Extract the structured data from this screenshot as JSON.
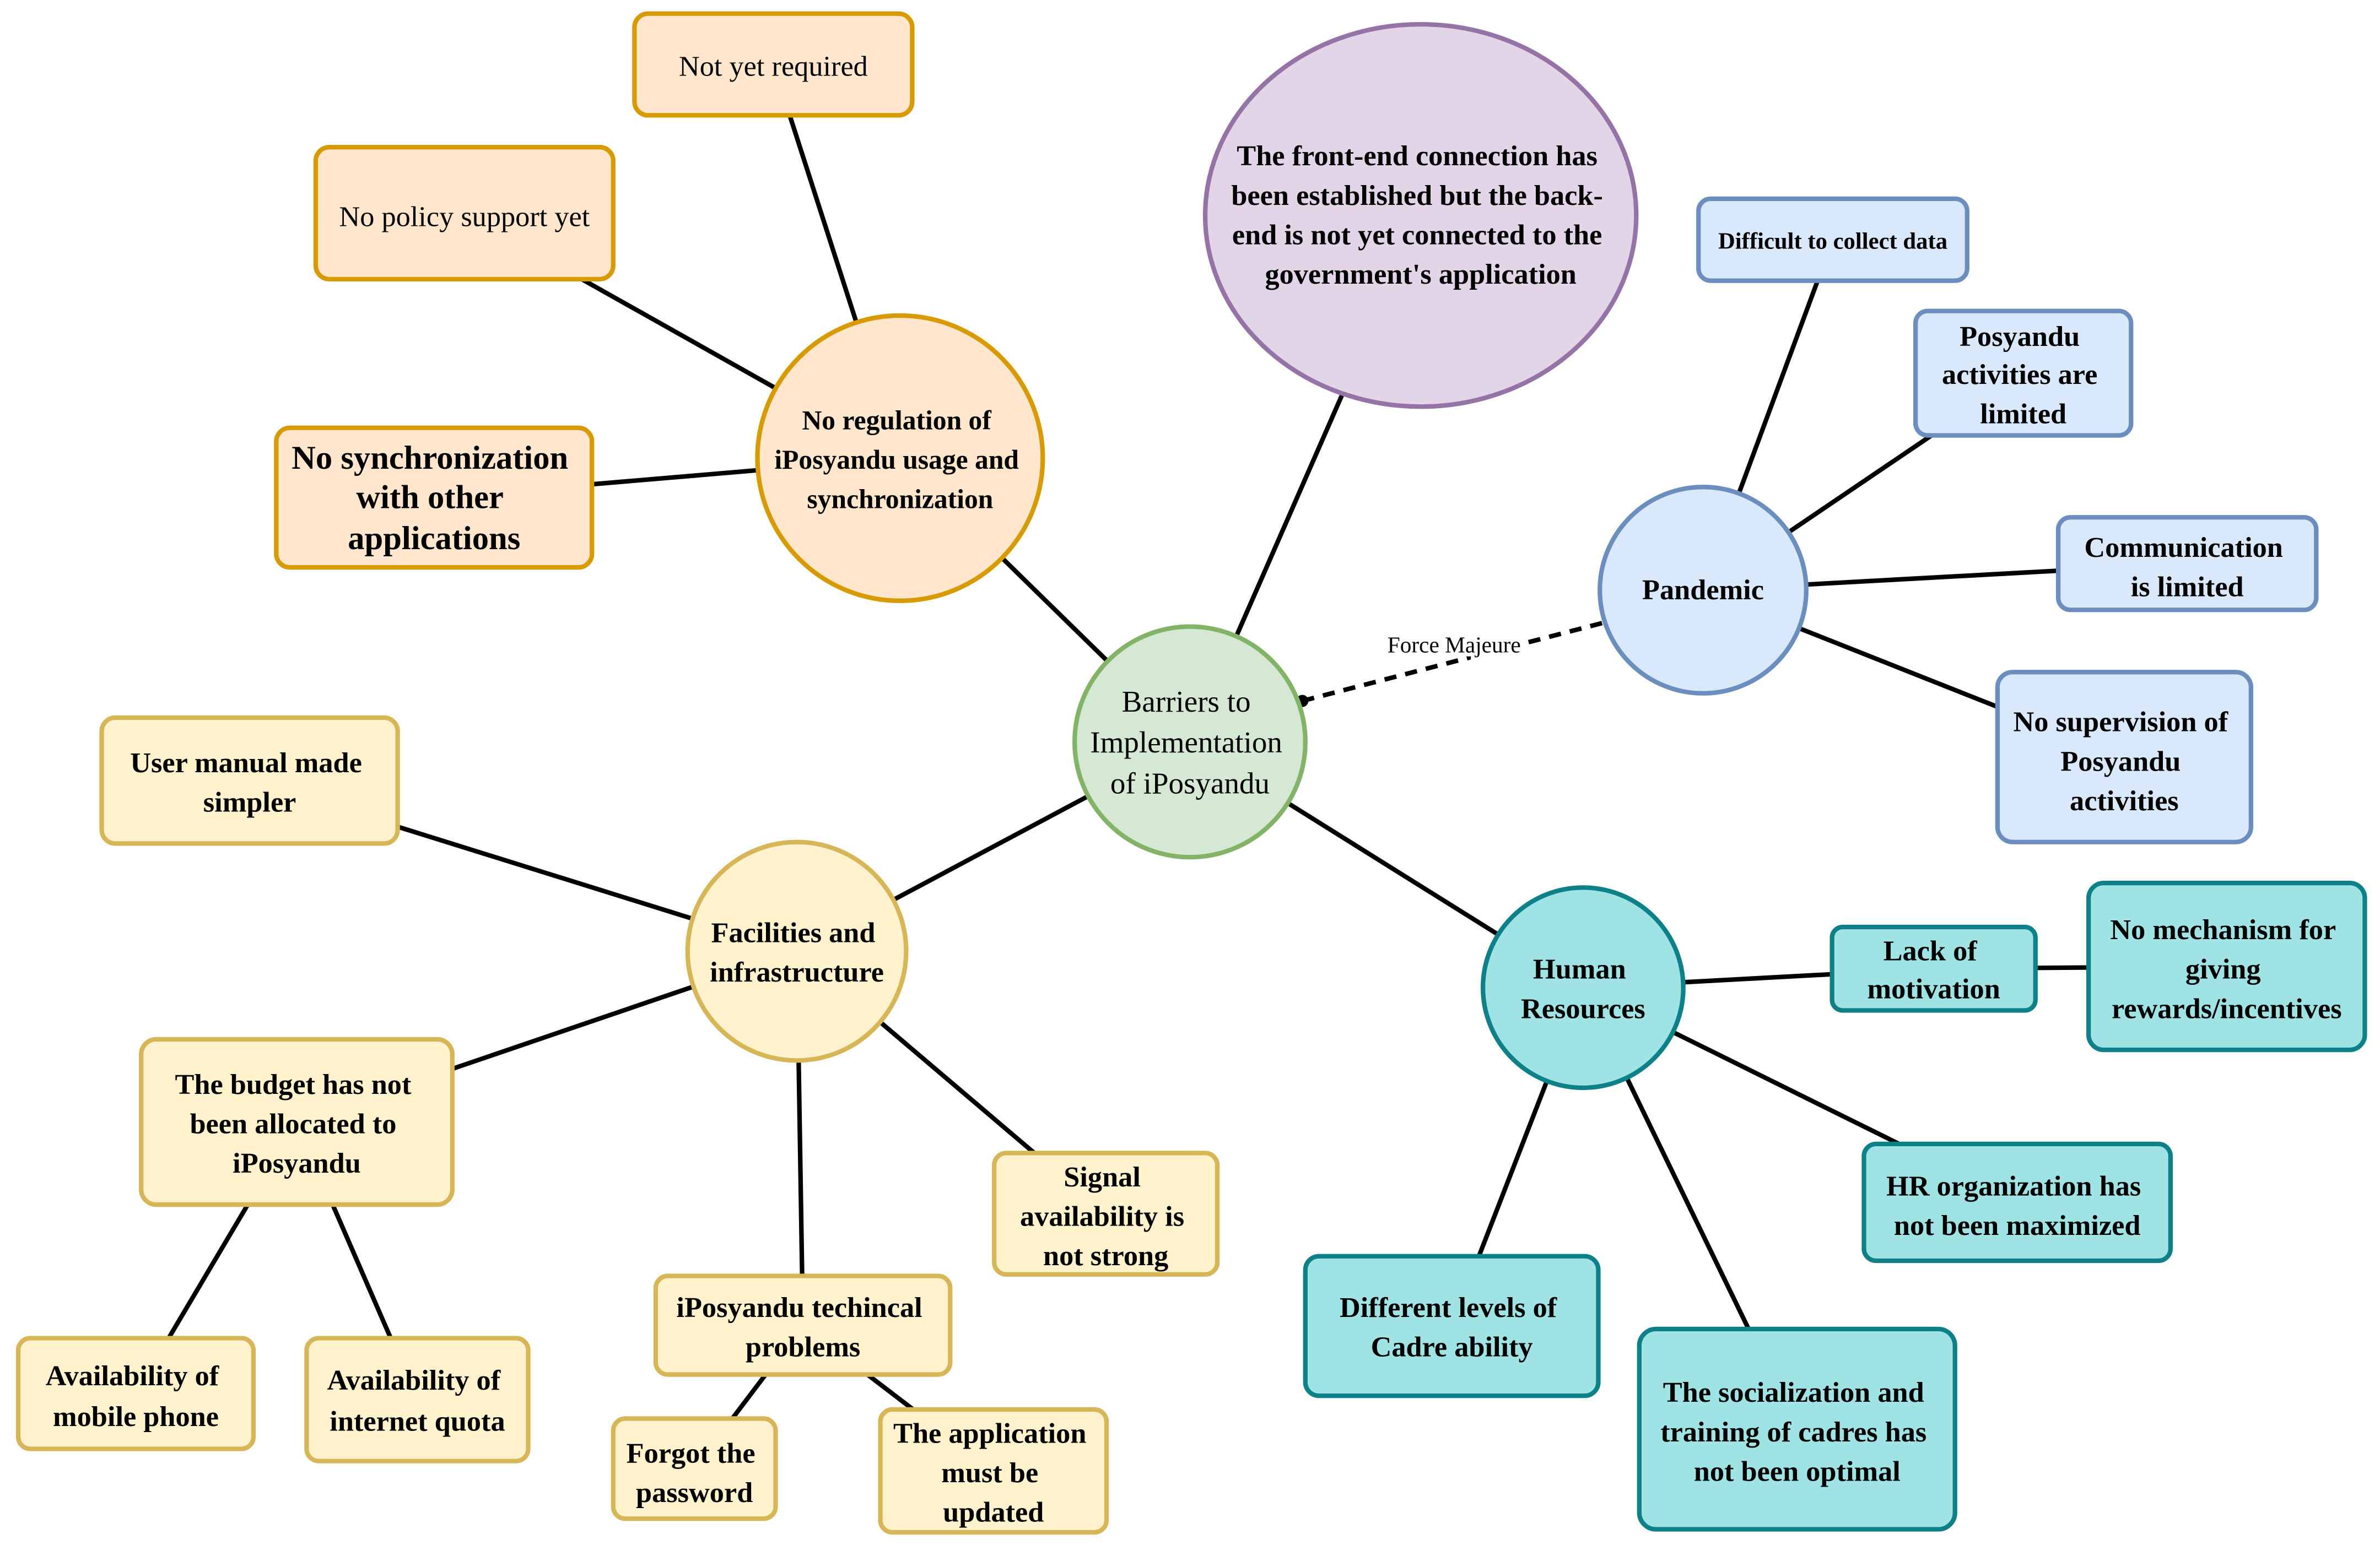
{
  "center": [
    "Barriers to",
    "Implementation",
    "of iPosyandu"
  ],
  "technical_note": [
    "The front-end connection has",
    "been established but the back-",
    "end is not yet connected to the",
    "government's application"
  ],
  "regulation": {
    "title": [
      "No regulation of",
      "iPosyandu usage and",
      "synchronization"
    ],
    "not_required": [
      "Not yet required"
    ],
    "no_policy": [
      "No policy support yet"
    ],
    "no_sync": [
      "No synchronization",
      "with other",
      "applications"
    ]
  },
  "pandemic": {
    "link_label": "Force Majeure",
    "title": [
      "Pandemic"
    ],
    "difficult_data": [
      "Difficult to collect data"
    ],
    "activities_limited": [
      "Posyandu",
      "activities are",
      "limited"
    ],
    "communication": [
      "Communication",
      "is limited"
    ],
    "no_supervision": [
      "No supervision of",
      "Posyandu",
      "activities"
    ]
  },
  "human_resources": {
    "title": [
      "Human",
      "Resources"
    ],
    "motivation": [
      "Lack of",
      "motivation"
    ],
    "no_mechanism": [
      "No mechanism for",
      "giving",
      "rewards/incentives"
    ],
    "hr_organization": [
      "HR organization has",
      "not been maximized"
    ],
    "cadre_ability": [
      "Different levels of",
      "Cadre ability"
    ],
    "socialization": [
      "The socialization and",
      "training of cadres has",
      "not been optimal"
    ]
  },
  "facilities": {
    "title": [
      "Facilities and",
      "infrastructure"
    ],
    "user_manual": [
      "User manual made",
      "simpler"
    ],
    "budget": [
      "The budget has not",
      "been allocated to",
      "iPosyandu"
    ],
    "mobile_phone": [
      "Availability of",
      "mobile phone"
    ],
    "internet_quota": [
      "Availability of",
      "internet quota"
    ],
    "technical": [
      "iPosyandu techincal",
      "problems"
    ],
    "forgot_password": [
      "Forgot the",
      "password"
    ],
    "app_update": [
      "The application",
      "must be",
      "updated"
    ],
    "signal": [
      "Signal",
      "availability is",
      "not strong"
    ]
  },
  "colors": {
    "center": {
      "fill": "#d5e8d4",
      "stroke": "#82b366"
    },
    "technical_note": {
      "fill": "#e1d5e7",
      "stroke": "#9673a6"
    },
    "regulation": {
      "fill": "#ffe6cc",
      "stroke": "#d79b00"
    },
    "pandemic": {
      "fill": "#dae8fc",
      "stroke": "#6c8ebf"
    },
    "human_resources": {
      "fill": "#9fe3e5",
      "stroke": "#0e8088"
    },
    "facilities": {
      "fill": "#fff2cc",
      "stroke": "#d6b656"
    },
    "connector": {
      "stroke": "#000000"
    }
  }
}
